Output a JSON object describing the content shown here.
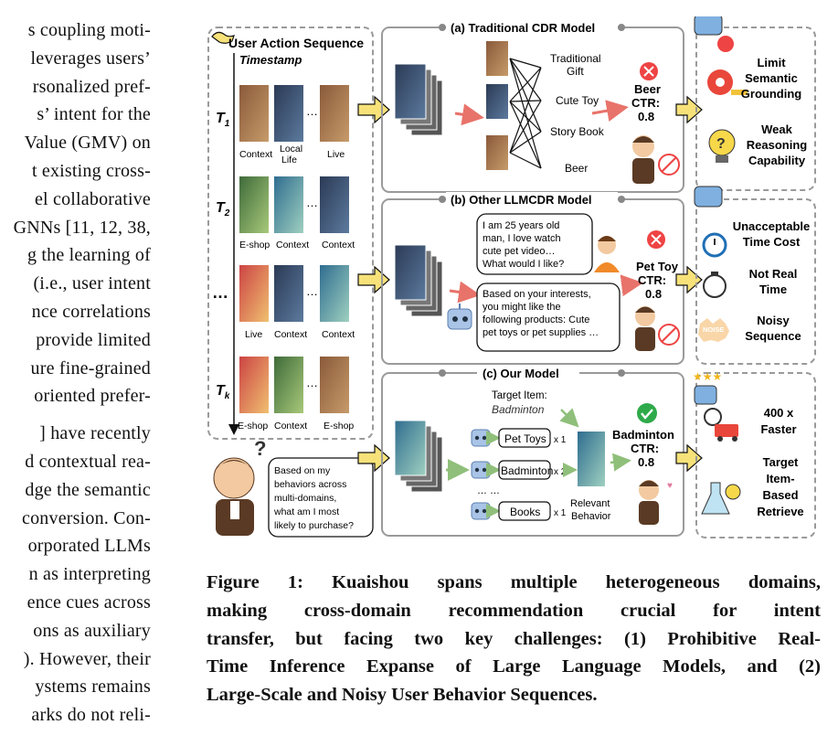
{
  "left_column": {
    "lines": [
      "s coupling moti-",
      "leverages users’",
      "rsonalized pref-",
      "s’ intent for the",
      "Value (GMV) on",
      "t existing cross-",
      "el collaborative",
      "GNNs [11, 12, 38,",
      "g the learning of",
      "(i.e., user intent",
      "nce correlations",
      "provide limited",
      "ure fine-grained",
      "oriented prefer-",
      "] have recently",
      "d contextual rea-",
      "dge the semantic",
      "conversion. Con-",
      "orporated LLMs",
      "n as interpreting",
      "ence cues across",
      "ons as auxiliary",
      "). However, their",
      "ystems remains",
      "arks do not reli-"
    ]
  },
  "figure": {
    "user_action": {
      "title": "User Action Sequence",
      "timestamp": "Timestamp",
      "rows": [
        {
          "t": "T",
          "sub": "1",
          "labels": [
            "Context",
            "Local Life",
            "Live"
          ]
        },
        {
          "t": "T",
          "sub": "2",
          "labels": [
            "E-shop",
            "Context",
            "Context"
          ]
        },
        {
          "t": "…",
          "sub": "",
          "labels": [
            "Live",
            "Context",
            "Context"
          ]
        },
        {
          "t": "T",
          "sub": "k",
          "labels": [
            "E-shop",
            "Context",
            "E-shop"
          ]
        }
      ],
      "ellipsis": "…",
      "question": "?",
      "bubble": "Based on my behaviors across multi-domains, what am I most likely to purchase?"
    },
    "panel_a": {
      "title": "(a)  Traditional CDR Model",
      "items": [
        "Traditional Gift",
        "Cute Toy",
        "Story Book",
        "Beer"
      ],
      "result_item": "Beer",
      "ctr_label": "CTR:",
      "ctr_value": "0.8"
    },
    "panel_b": {
      "title": "(b) Other LLMCDR Model",
      "user_bubble": "I am 25 years old man, I love watch cute pet video… What would I like?",
      "bot_bubble": "Based on your interests, you might like the following products: Cute pet toys or pet supplies …",
      "result_item": "Pet Toy",
      "ctr_label": "CTR:",
      "ctr_value": "0.8"
    },
    "panel_c": {
      "title": "(c)  Our Model",
      "target_label": "Target Item:",
      "target_value": "Badminton",
      "chips": [
        {
          "label": "Pet Toys",
          "count": "x 1"
        },
        {
          "label": "Badminton",
          "count": "x 2"
        },
        {
          "label": "Books",
          "count": "x 1"
        }
      ],
      "dots": "…   …",
      "relevant": "Relevant Behavior",
      "result_item": "Badminton",
      "ctr_label": "CTR:",
      "ctr_value": "0.8"
    },
    "challenges_a": [
      "Limit Semantic Grounding",
      "Weak Reasoning Capability"
    ],
    "challenges_b": [
      "Unacceptable Time Cost",
      "Not Real Time",
      "Noisy Sequence"
    ],
    "noise_tag": "NOISE",
    "advantages_c": [
      "400 x Faster",
      "Target Item-Based Retrieve"
    ],
    "colors": {
      "accent_yellow": "#f7e27a",
      "arrow_red": "#e8736a",
      "arrow_green": "#8fbf7a",
      "border_gray": "#9a9a9a"
    }
  },
  "caption": {
    "lines": [
      "Figure 1: Kuaishou spans multiple heterogeneous domains,",
      "making cross-domain recommendation crucial for intent",
      "transfer, but facing two key challenges: (1) Prohibitive Real-",
      "Time Inference Expanse of Large Language Models, and (2)",
      "Large-Scale and Noisy User Behavior Sequences."
    ]
  }
}
